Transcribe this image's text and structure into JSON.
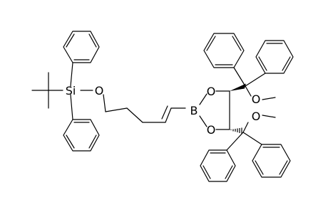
{
  "molecule": {
    "atom_labels": {
      "si": "Si",
      "o_silyl_ether": "O",
      "b": "B",
      "o_ring_upper": "O",
      "o_ring_lower": "O",
      "o_methoxy_upper": "O",
      "o_methoxy_lower": "O"
    }
  }
}
